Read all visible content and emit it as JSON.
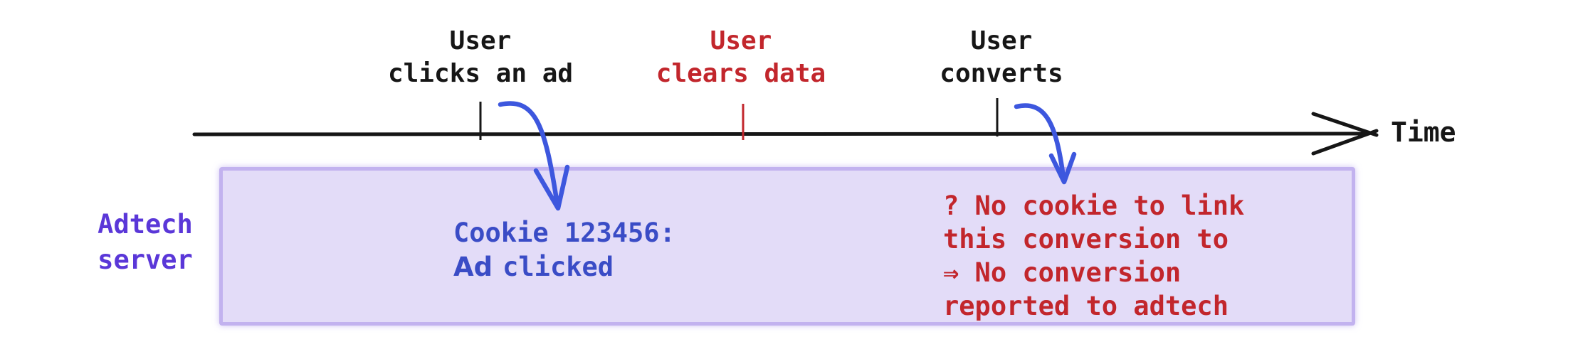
{
  "colors": {
    "black": "#161616",
    "red": "#c2262c",
    "purple": "#5a37d8",
    "blue_text": "#3a4cc6",
    "arrow_blue": "#3d57de",
    "box_fill": "#e3dcf8",
    "box_border": "#c2b2ef"
  },
  "timeline": {
    "axis_label": "Time",
    "events": [
      {
        "line1": "User",
        "line2": "clicks an ad"
      },
      {
        "line1": "User",
        "line2": "clears data"
      },
      {
        "line1": "User",
        "line2": "converts"
      }
    ]
  },
  "server_box": {
    "label_line1": "Adtech",
    "label_line2": "server",
    "cookie_note": {
      "line1": "Cookie 123456:",
      "line2_word1": "Ad",
      "line2_word2": "clicked"
    },
    "failure_note": {
      "line1": "? No cookie to link",
      "line2": "this conversion to",
      "line3": "⇒ No conversion",
      "line4": "reported to adtech"
    }
  }
}
